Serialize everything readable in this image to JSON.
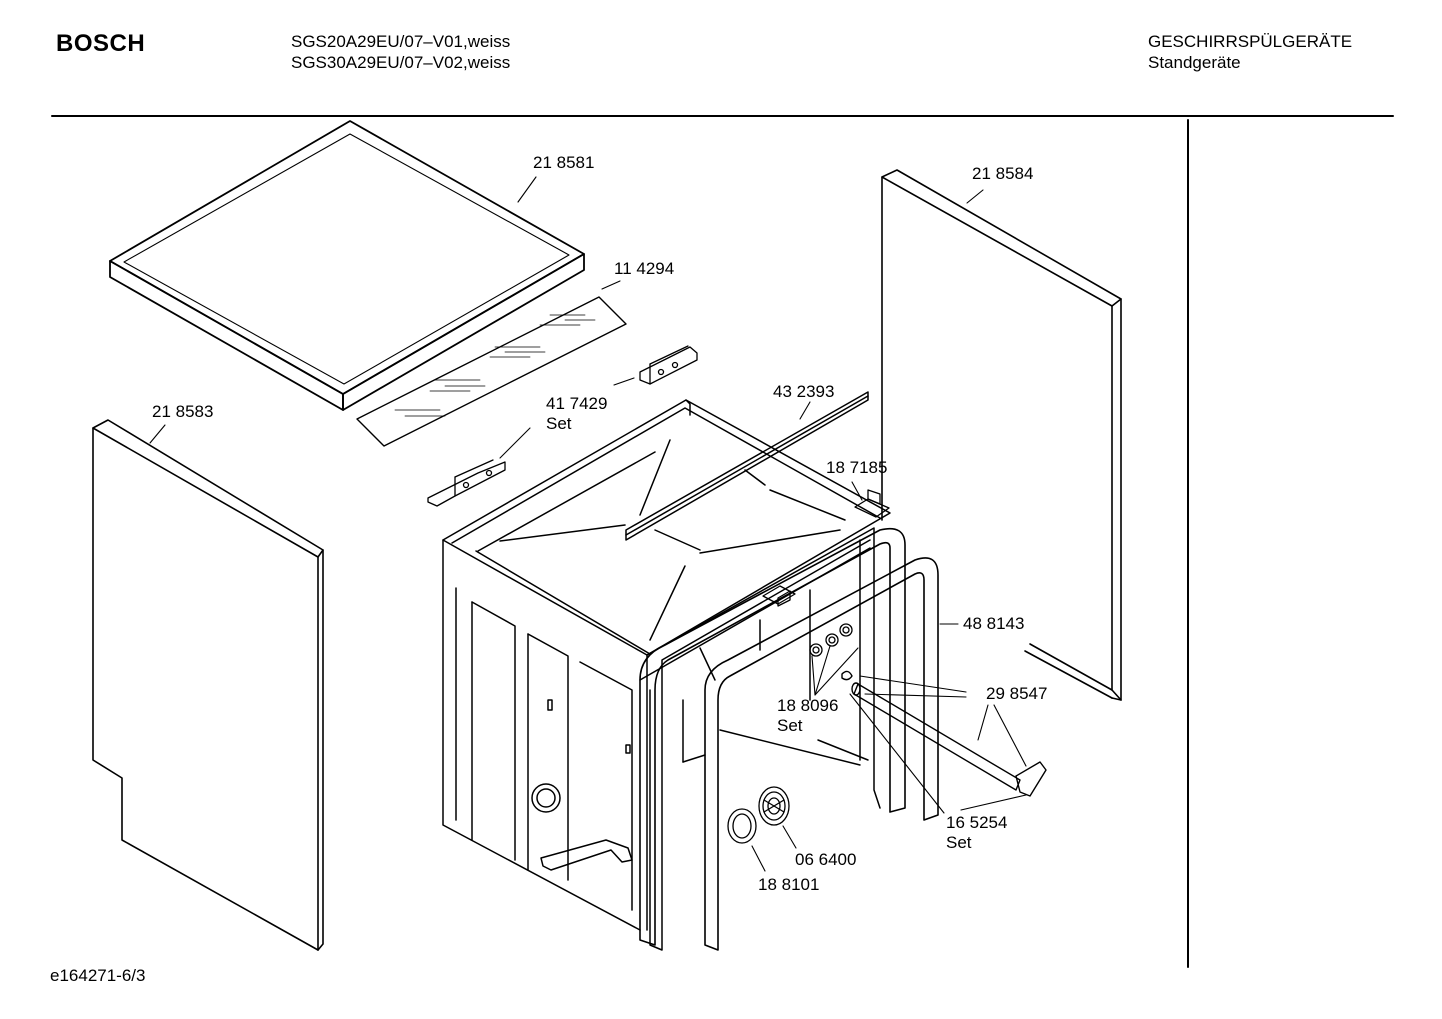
{
  "header": {
    "brand": "BOSCH",
    "model_lines": [
      "SGS20A29EU/07–V01,weiss",
      "SGS30A29EU/07–V02,weiss"
    ],
    "category_lines": [
      "GESCHIRRSPÜLGERÄTE",
      "Standgeräte"
    ]
  },
  "footer": {
    "document_id": "e164271-6/3"
  },
  "parts": [
    {
      "id": "part-218581",
      "number": "21 8581"
    },
    {
      "id": "part-218584",
      "number": "21 8584"
    },
    {
      "id": "part-114294",
      "number": "11 4294"
    },
    {
      "id": "part-218583",
      "number": "21 8583"
    },
    {
      "id": "part-417429",
      "number": "41 7429",
      "suffix": "Set"
    },
    {
      "id": "part-432393",
      "number": "43 2393"
    },
    {
      "id": "part-187185",
      "number": "18 7185"
    },
    {
      "id": "part-488143",
      "number": "48 8143"
    },
    {
      "id": "part-298547",
      "number": "29 8547"
    },
    {
      "id": "part-188096",
      "number": "18 8096",
      "suffix": "Set"
    },
    {
      "id": "part-165254",
      "number": "16 5254",
      "suffix": "Set"
    },
    {
      "id": "part-066400",
      "number": "06 6400"
    },
    {
      "id": "part-188101",
      "number": "18 8101"
    }
  ],
  "colors": {
    "line": "#000000",
    "background": "#ffffff"
  }
}
